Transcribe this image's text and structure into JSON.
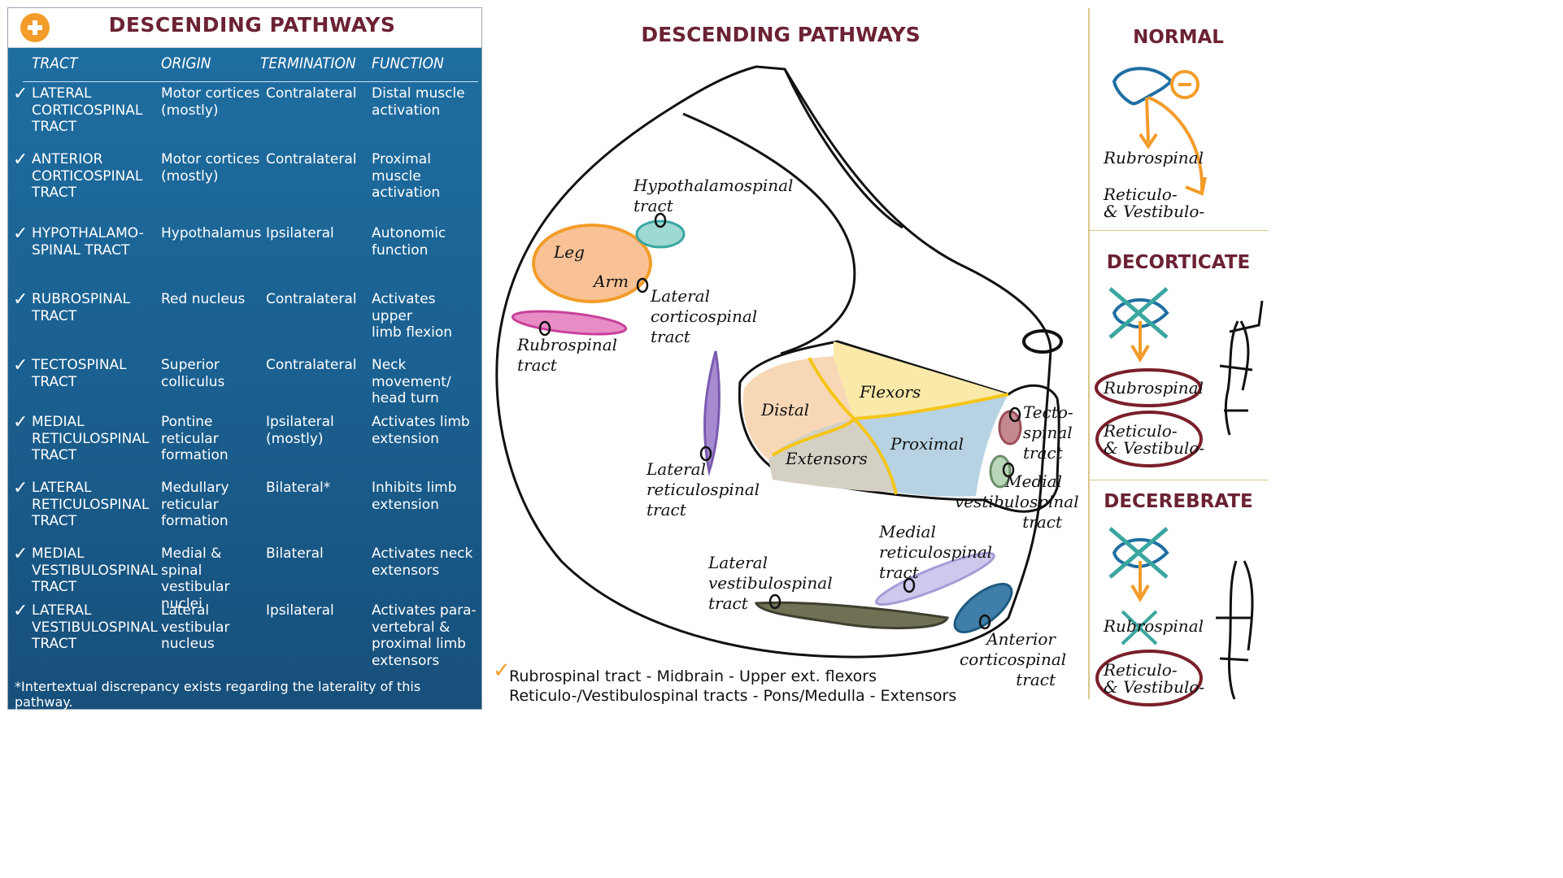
{
  "left_panel": {
    "title": "DESCENDING PATHWAYS",
    "columns": [
      "TRACT",
      "ORIGIN",
      "TERMINATION",
      "FUNCTION"
    ],
    "rows": [
      {
        "tract": "LATERAL\nCORTICOSPINAL\nTRACT",
        "origin": "Motor cortices\n(mostly)",
        "termination": "Contralateral",
        "function": "Distal muscle\nactivation"
      },
      {
        "tract": "ANTERIOR\nCORTICOSPINAL\nTRACT",
        "origin": "Motor cortices\n(mostly)",
        "termination": "Contralateral",
        "function": "Proximal muscle\nactivation"
      },
      {
        "tract": "HYPOTHALAMO-\nSPINAL TRACT",
        "origin": "Hypothalamus",
        "termination": "Ipsilateral",
        "function": "Autonomic\nfunction"
      },
      {
        "tract": "RUBROSPINAL\nTRACT",
        "origin": "Red nucleus",
        "termination": "Contralateral",
        "function": "Activates upper\nlimb flexion"
      },
      {
        "tract": "TECTOSPINAL\nTRACT",
        "origin": "Superior\ncolliculus",
        "termination": "Contralateral",
        "function": "Neck movement/\nhead turn"
      },
      {
        "tract": "MEDIAL\nRETICULOSPINAL\nTRACT",
        "origin": "Pontine\nreticular\nformation",
        "termination": "Ipsilateral\n(mostly)",
        "function": "Activates limb\nextension"
      },
      {
        "tract": "LATERAL\nRETICULOSPINAL\nTRACT",
        "origin": "Medullary\nreticular\nformation",
        "termination": "Bilateral*",
        "function": "Inhibits limb\nextension"
      },
      {
        "tract": "MEDIAL\nVESTIBULOSPINAL\nTRACT",
        "origin": "Medial & spinal\nvestibular\nnuclei",
        "termination": "Bilateral",
        "function": "Activates neck\nextensors"
      },
      {
        "tract": "LATERAL\nVESTIBULOSPINAL\nTRACT",
        "origin": "Lateral\nvestibular\nnucleus",
        "termination": "Ipsilateral",
        "function": "Activates para-\nvertebral &\nproximal limb\nextensors"
      }
    ],
    "footnote": "*Intertextual discrepancy exists regarding the laterality of this pathway."
  },
  "diagram": {
    "title": "DESCENDING PATHWAYS",
    "labels": {
      "hypothalamospinal": "Hypothalamospinal\ntract",
      "leg": "Leg",
      "arm": "Arm",
      "lateral_corticospinal": "Lateral\ncorticospinal\ntract",
      "rubrospinal": "Rubrospinal\ntract",
      "lateral_reticulospinal": "Lateral\nreticulospinal\ntract",
      "distal": "Distal",
      "flexors": "Flexors",
      "extensors": "Extensors",
      "proximal": "Proximal",
      "tectospinal": "Tecto-\nspinal\ntract",
      "medial_vestibulospinal": "Medial\nvestibulospinal\ntract",
      "medial_reticulospinal": "Medial\nreticulospinal\ntract",
      "lateral_vestibulospinal": "Lateral\nvestibulospinal\ntract",
      "anterior_corticospinal": "Anterior\ncorticospinal\ntract"
    },
    "legend_lines": [
      "Rubrospinal tract - Midbrain - Upper ext. flexors",
      "Reticulo-/Vestibulospinal tracts - Pons/Medulla - Extensors"
    ],
    "colors": {
      "panel_blue": "#1b6396",
      "title_maroon": "#6b2233",
      "orange": "#f39c2a",
      "teal": "#3aa6a0",
      "magenta": "#c8409a",
      "purple": "#7b5bb0",
      "maroon_ring": "#7a1f2b",
      "distal_fill": "#f8d7b6",
      "flexors_fill": "#fbe9a9",
      "extensors_fill": "#d4d0c3",
      "proximal_fill": "#b7d3e3"
    }
  },
  "right_column": {
    "normal": {
      "title": "NORMAL",
      "rubrospinal": "Rubrospinal",
      "reticulo": "Reticulo-\n& Vestibulo-"
    },
    "decorticate": {
      "title": "DECORTICATE",
      "rubrospinal": "Rubrospinal",
      "reticulo": "Reticulo-\n& Vestibulo-"
    },
    "decerebrate": {
      "title": "DECEREBRATE",
      "rubrospinal": "Rubrospinal",
      "reticulo": "Reticulo-\n& Vestibulo-"
    }
  }
}
